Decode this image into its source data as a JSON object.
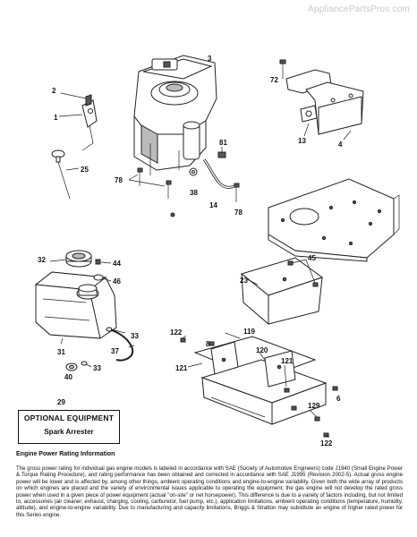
{
  "watermark": "AppliancePartsPros.com",
  "callouts": {
    "c1": "1",
    "c2": "2",
    "c3": "3",
    "c4": "4",
    "c6": "6",
    "c8": "8",
    "c13": "13",
    "c14": "14",
    "c23": "23",
    "c25": "25",
    "c29": "29",
    "c31": "31",
    "c32": "32",
    "c33a": "33",
    "c33b": "33",
    "c37": "37",
    "c38": "38",
    "c40": "40",
    "c44": "44",
    "c45": "45",
    "c46": "46",
    "c72": "72",
    "c78a": "78",
    "c78b": "78",
    "c81": "81",
    "c119": "119",
    "c120": "120",
    "c121a": "121",
    "c121b": "121",
    "c122a": "122",
    "c122b": "122",
    "c129": "129"
  },
  "optional_equipment": {
    "number": "29",
    "title": "OPTIONAL EQUIPMENT",
    "item": "Spark Arrester"
  },
  "rating": {
    "title": "Engine Power Rating Information",
    "body": "The gross power rating for individual gas engine models is labeled in accordance with SAE (Society of Automotive Engineers) code J1940 (Small Engine Power & Torque Rating Procedure), and rating performance has been obtained and corrected in accordance with SAE J1995 (Revision 2002-5). Actual gross engine power will be lower and is affected by, among other things, ambient operating conditions and engine-to-engine variability. Given both the wide array of products on which engines are placed and the variety of environmental issues applicable to operating the equipment, the gas engine will not develop the rated gross power when used in a given piece of power equipment (actual \"on-site\" or net horsepower). This difference is due to a variety of factors including, but not limited to, accessories (air cleaner, exhaust, charging, cooling, carburetor, fuel pump, etc.), application limitations, ambient operating conditions (temperature, humidity, altitude), and engine-to-engine variability. Due to manufacturing and capacity limitations, Briggs & Stratton may substitute an engine of higher rated power for this Series engine."
  }
}
